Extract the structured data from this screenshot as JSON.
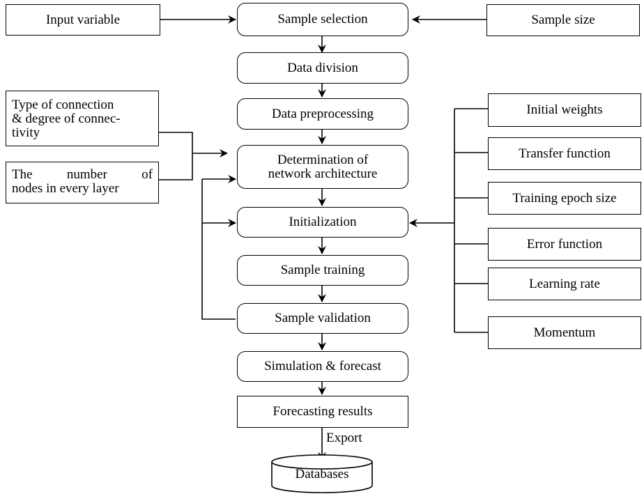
{
  "diagram": {
    "main_flow": [
      "Sample selection",
      "Data division",
      "Data preprocessing",
      "Determination of network architecture",
      "Initialization",
      "Sample training",
      "Sample validation",
      "Simulation & forecast",
      "Forecasting results"
    ],
    "inputs": {
      "input_variable": "Input variable",
      "sample_size": "Sample size",
      "connection_line1": "Type of connection",
      "connection_line2": "& degree of connec-",
      "connection_line3": "tivity",
      "nodes_line1": "The number of",
      "nodes_line2": "nodes in every layer"
    },
    "parameters": [
      "Initial weights",
      "Transfer function",
      "Training epoch size",
      "Error function",
      "Learning rate",
      "Momentum"
    ],
    "export_label": "Export",
    "database": "Databases"
  }
}
